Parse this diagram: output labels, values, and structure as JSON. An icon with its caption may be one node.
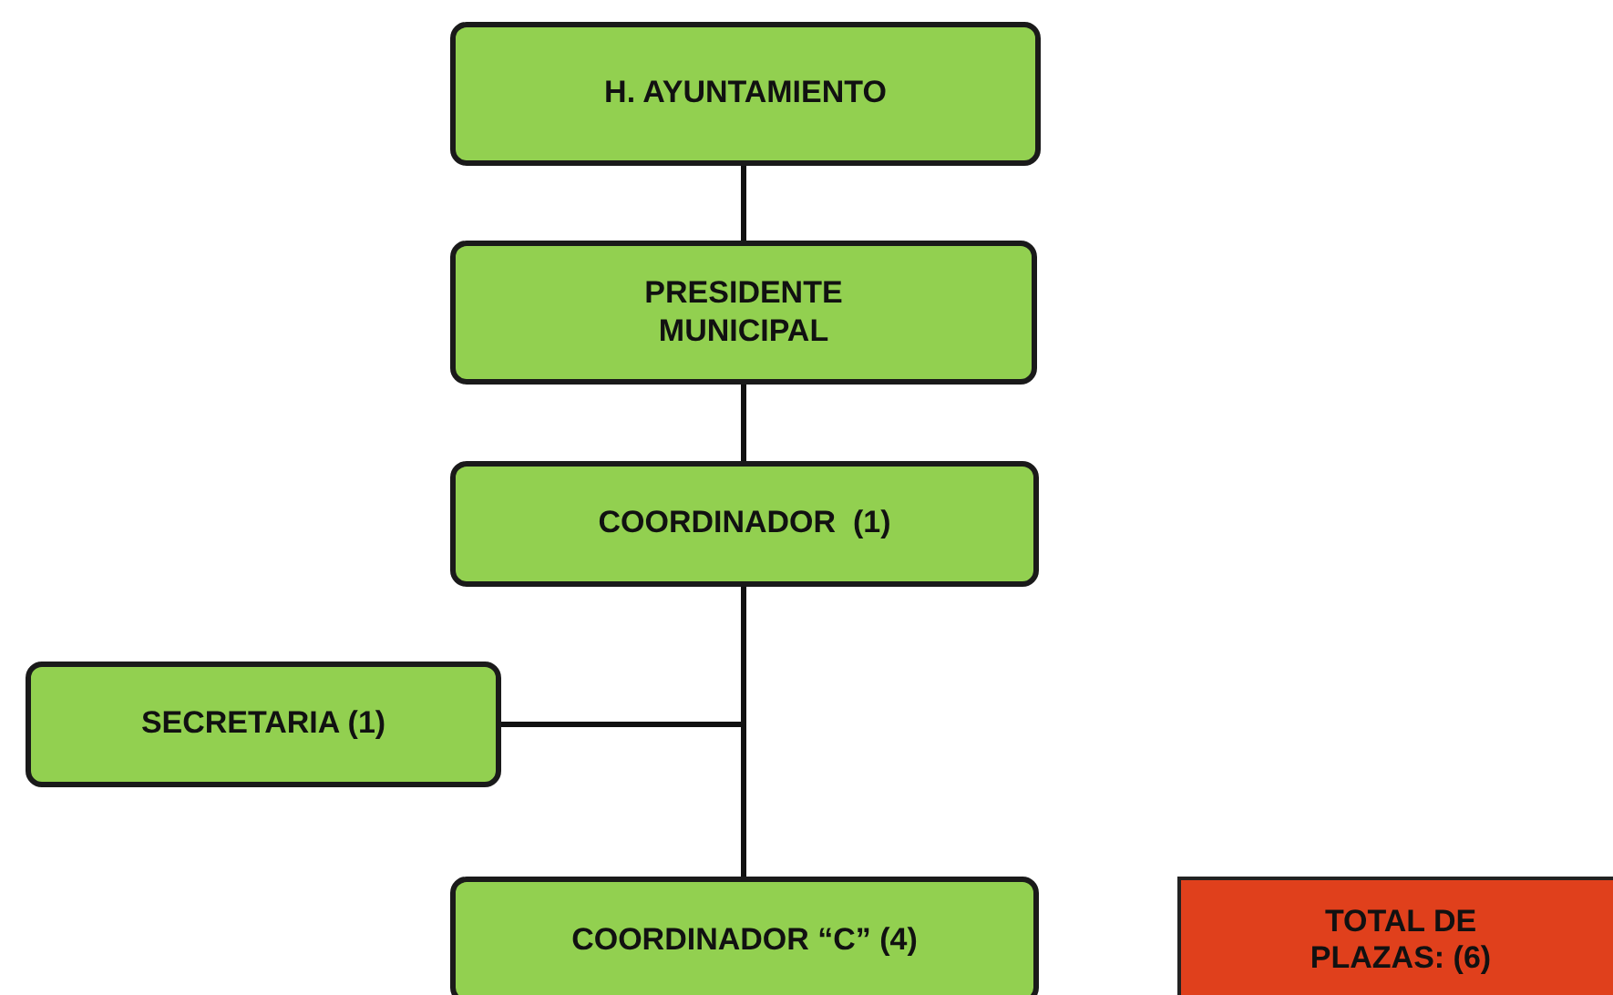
{
  "diagram": {
    "nodes": [
      {
        "text": [
          "H. AYUNTAMIENTO"
        ]
      },
      {
        "text": [
          "PRESIDENTE MUNICIPAL"
        ]
      },
      {
        "text": [
          "COORDINADOR  (1)"
        ]
      },
      {
        "text": [
          "SECRETARIA (1)"
        ]
      },
      {
        "text": [
          "COORDINADOR “C” (4)"
        ]
      },
      {
        "text": [
          "TOTAL DE PLAZAS: (6)"
        ]
      }
    ],
    "edges": [
      {
        "from": 0,
        "to": 1,
        "arrow": "none"
      },
      {
        "from": 1,
        "to": 2,
        "arrow": "none"
      },
      {
        "from": 2,
        "to": 4,
        "arrow": "none"
      },
      {
        "from": 2,
        "to": 3,
        "arrow": "none"
      }
    ]
  }
}
